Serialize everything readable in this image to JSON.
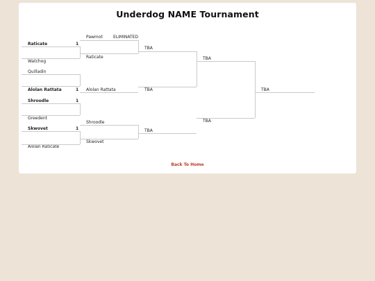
{
  "title": "Underdog NAME Tournament",
  "back_link": "Back To Home",
  "round1": [
    {
      "top": "Raticate",
      "top_seed": "1",
      "bottom": "Watchog"
    },
    {
      "top": "Quilladin",
      "bottom": "Alolan Rattata",
      "bottom_seed": "1"
    },
    {
      "top": "Shroodle",
      "top_seed": "1",
      "bottom": "Greedent"
    },
    {
      "top": "Skwovet",
      "top_seed": "1",
      "bottom": "Alolan Raticate"
    }
  ],
  "round2": [
    {
      "top": "Pawmot",
      "top_status": "ELIMINATED",
      "bottom": "Raticate"
    },
    {
      "top": "Alolan Rattata"
    },
    {
      "top": "Shroodle",
      "bottom": "Skwovet"
    }
  ],
  "round3": [
    "TBA",
    "TBA",
    "TBA"
  ],
  "round4": [
    "TBA",
    "TBA"
  ],
  "final": "TBA"
}
